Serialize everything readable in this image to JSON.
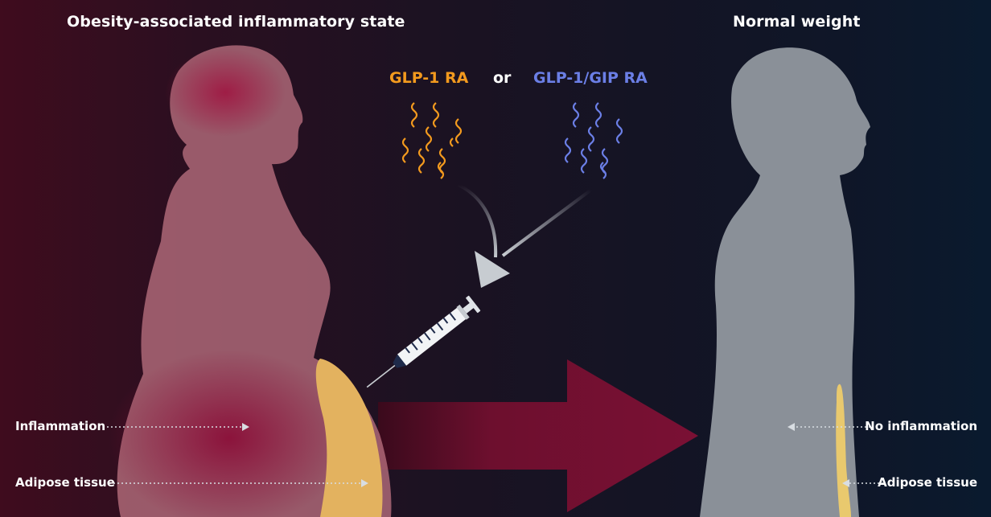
{
  "left_title": "Obesity-associated inflammatory state",
  "right_title": "Normal weight",
  "drugs": {
    "glp1": "GLP-1 RA",
    "connector": "or",
    "dual": "GLP-1/GIP RA"
  },
  "labels": {
    "left_inflammation": "Inflammation",
    "left_adipose": "Adipose tissue",
    "right_inflammation": "No inflammation",
    "right_adipose": "Adipose tissue"
  },
  "colors": {
    "glp1": "#f39a1e",
    "dual": "#6b7fe6",
    "adipose": "#e3b25f",
    "arrow": "#7a1034",
    "normal_body": "#8a9098"
  },
  "icons": [
    "syringe-icon",
    "peptide-helix-icon"
  ]
}
